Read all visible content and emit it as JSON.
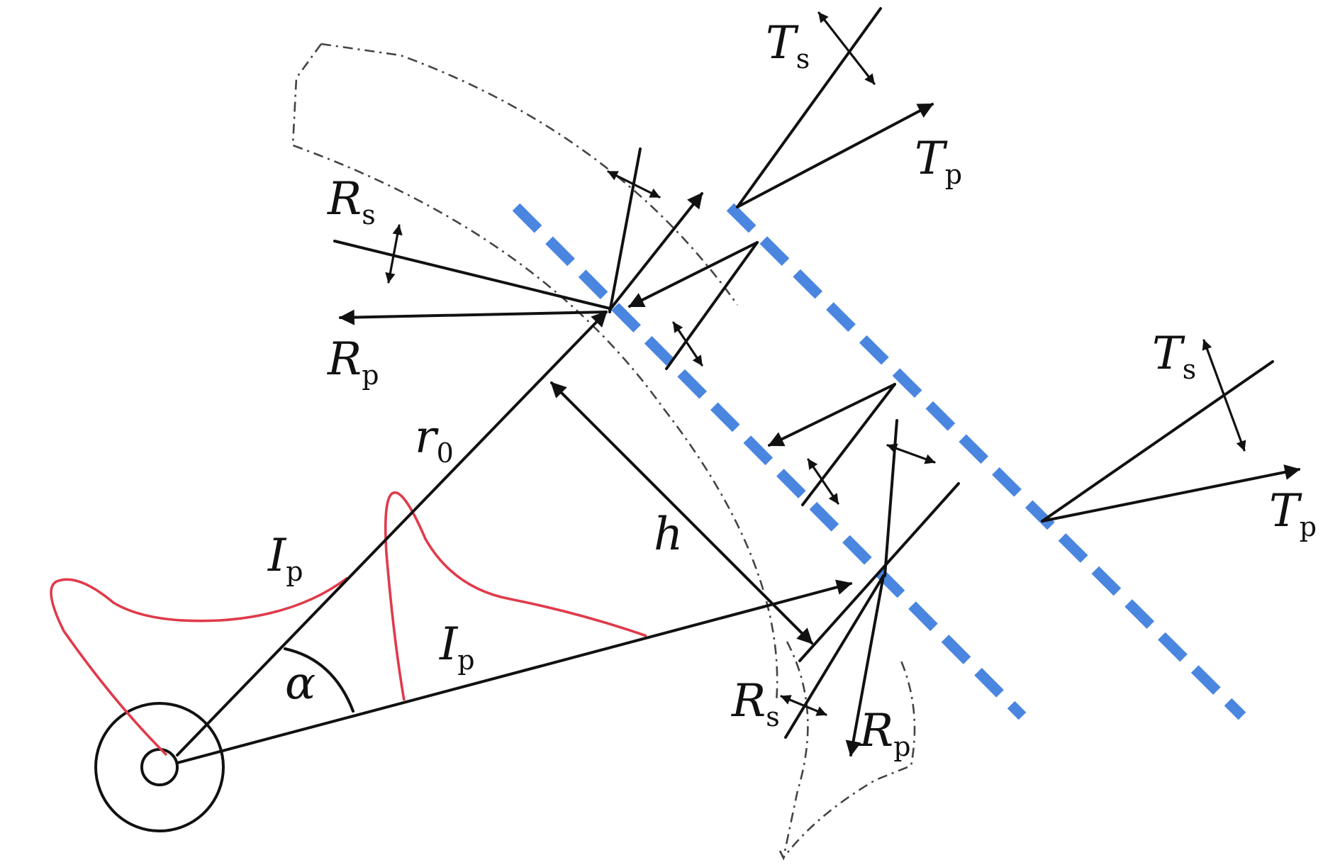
{
  "labels": {
    "Ts_top": {
      "main": "T",
      "sub": "s"
    },
    "Tp_top": {
      "main": "T",
      "sub": "p"
    },
    "Rs_left": {
      "main": "R",
      "sub": "s"
    },
    "Rp_left": {
      "main": "R",
      "sub": "p"
    },
    "r0": {
      "main": "r",
      "sub": "0"
    },
    "h": {
      "main": "h"
    },
    "Ip_upper": {
      "main": "I",
      "sub": "p"
    },
    "Ip_lower": {
      "main": "I",
      "sub": "p"
    },
    "alpha": {
      "main": "α"
    },
    "Ts_right": {
      "main": "T",
      "sub": "s"
    },
    "Tp_right": {
      "main": "T",
      "sub": "p"
    },
    "Rs_bottom": {
      "main": "R",
      "sub": "s"
    },
    "Rp_bottom": {
      "main": "R",
      "sub": "p"
    }
  },
  "colors": {
    "interface": "#4a86e0",
    "intensity_profile": "#e03a4a",
    "ink": "#111111"
  }
}
